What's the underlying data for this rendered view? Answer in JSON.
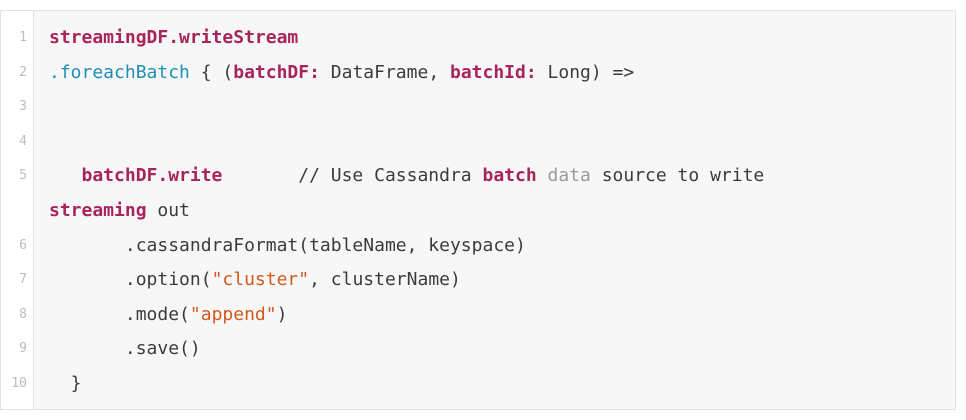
{
  "code": {
    "lines": [
      {
        "number": "1",
        "tokens": [
          {
            "text": "streamingDF.writeStream",
            "kind": "kw"
          }
        ]
      },
      {
        "number": "2",
        "tokens": [
          {
            "text": ".foreachBatch",
            "kind": "fn"
          },
          {
            "text": " { (",
            "kind": "plain"
          },
          {
            "text": "batchDF:",
            "kind": "kw"
          },
          {
            "text": " DataFrame, ",
            "kind": "plain"
          },
          {
            "text": "batchId:",
            "kind": "kw"
          },
          {
            "text": " Long) =>",
            "kind": "plain"
          }
        ]
      },
      {
        "number": "3",
        "tokens": []
      },
      {
        "number": "4",
        "tokens": []
      },
      {
        "number": "5",
        "tokens": [
          {
            "text": "   batchDF.write",
            "kind": "kw"
          },
          {
            "text": "       // Use Cassandra ",
            "kind": "plain"
          },
          {
            "text": "batch",
            "kind": "kw"
          },
          {
            "text": " data",
            "kind": "dim"
          },
          {
            "text": " source to write",
            "kind": "plain"
          }
        ]
      },
      {
        "number": "",
        "tokens": [
          {
            "text": "streaming",
            "kind": "kw"
          },
          {
            "text": " out",
            "kind": "plain"
          }
        ]
      },
      {
        "number": "6",
        "tokens": [
          {
            "text": "       .cassandraFormat(tableName, keyspace)",
            "kind": "plain"
          }
        ]
      },
      {
        "number": "7",
        "tokens": [
          {
            "text": "       .option(",
            "kind": "plain"
          },
          {
            "text": "\"cluster\"",
            "kind": "str"
          },
          {
            "text": ", clusterName)",
            "kind": "plain"
          }
        ]
      },
      {
        "number": "8",
        "tokens": [
          {
            "text": "       .mode(",
            "kind": "plain"
          },
          {
            "text": "\"append\"",
            "kind": "str"
          },
          {
            "text": ")",
            "kind": "plain"
          }
        ]
      },
      {
        "number": "9",
        "tokens": [
          {
            "text": "       .save()",
            "kind": "plain"
          }
        ]
      },
      {
        "number": "10",
        "tokens": [
          {
            "text": "  }",
            "kind": "plain"
          }
        ]
      }
    ]
  },
  "colors": {
    "keyword": "#a8245c",
    "function": "#1e8fb3",
    "string": "#d4591c",
    "dim": "#9a9a9a",
    "plain": "#3b3b3b",
    "line_number": "#bdbdbd",
    "background": "#f7f7f7"
  }
}
